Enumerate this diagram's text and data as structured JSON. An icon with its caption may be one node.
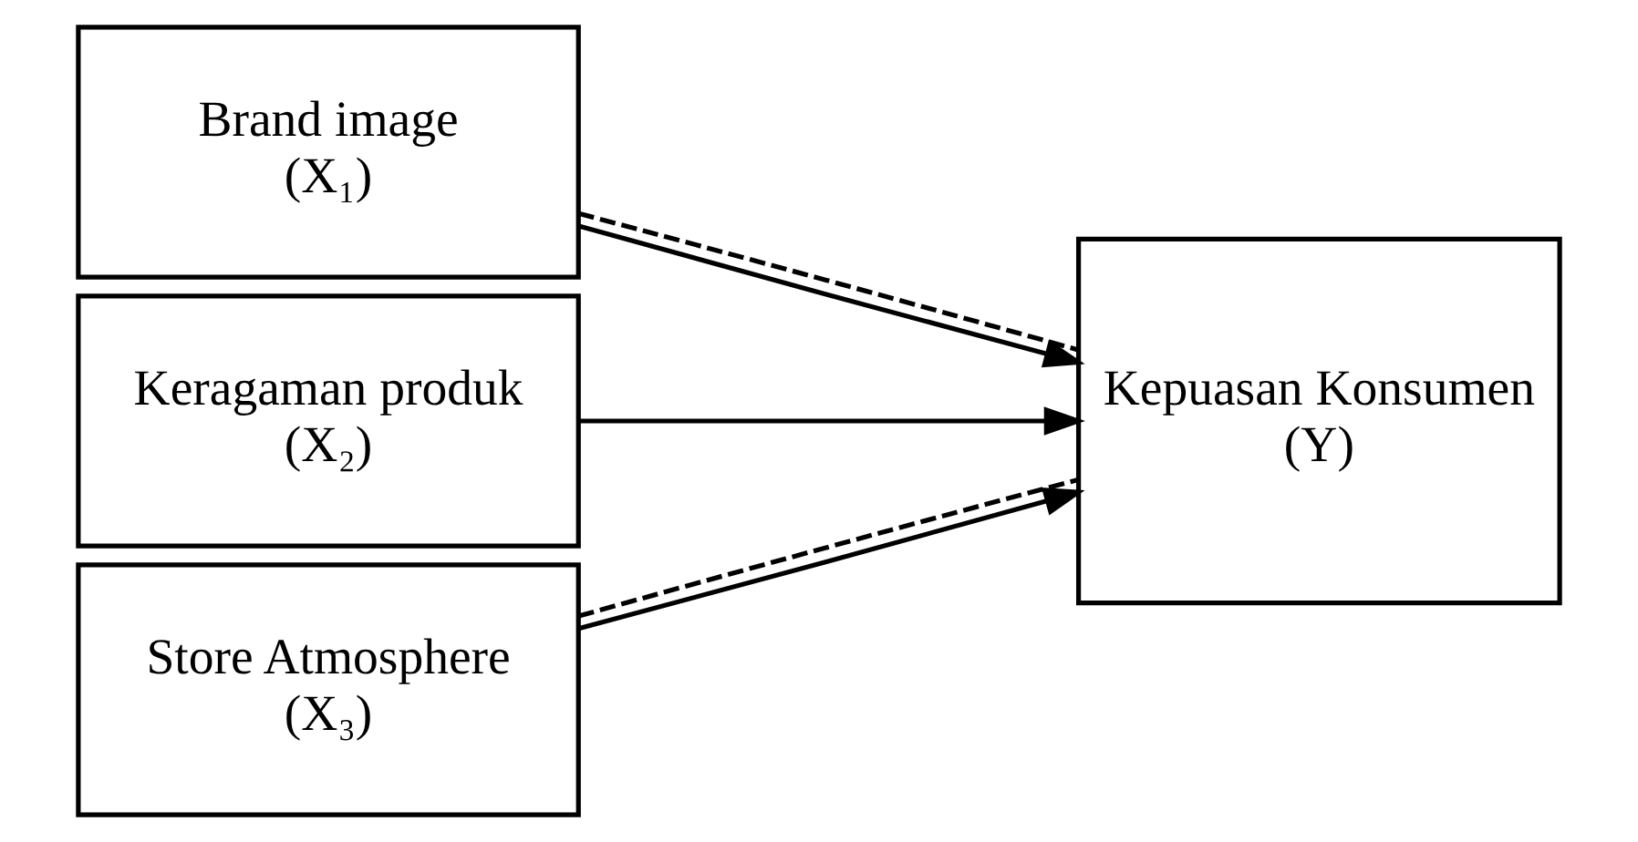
{
  "diagram": {
    "nodes": [
      {
        "text": [
          "Brand image",
          "(X₁)"
        ]
      },
      {
        "text": [
          "Keragaman produk",
          "(X₂)"
        ]
      },
      {
        "text": [
          "Store Atmosphere",
          "(X₃)"
        ]
      },
      {
        "text": [
          "Kepuasan Konsumen",
          "(Y)"
        ]
      }
    ],
    "edges": [
      {
        "from": 0,
        "to": 3,
        "arrow": "to"
      },
      {
        "from": 1,
        "to": 3,
        "arrow": "to"
      },
      {
        "from": 2,
        "to": 3,
        "arrow": "to"
      },
      {
        "from": 0,
        "to": 3,
        "arrow": "none",
        "style": "dashed"
      },
      {
        "from": 2,
        "to": 3,
        "arrow": "none",
        "style": "dashed"
      }
    ]
  }
}
